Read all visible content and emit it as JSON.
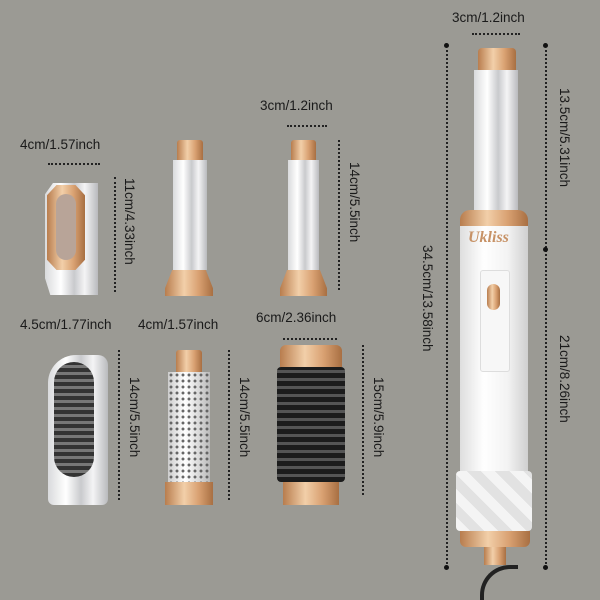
{
  "brand": "Ukliss",
  "main_tool": {
    "width_label": "3cm/1.2inch",
    "total_length_label": "34.5cm/13.58inch",
    "barrel_length_label": "13.5cm/5.31inch",
    "handle_length_label": "21cm/8.26inch"
  },
  "concentrator": {
    "width_label": "4cm/1.57inch",
    "height_label": "11cm/4.33inch"
  },
  "curling_barrel": {
    "width_label": "3cm/1.2inch",
    "height_label": "14cm/5.5inch"
  },
  "paddle_brush": {
    "width_label": "4.5cm/1.77inch",
    "height_label": "14cm/5.5inch"
  },
  "round_brush": {
    "width_label": "4cm/1.57inch",
    "height_label": "14cm/5.5inch"
  },
  "bristle_brush": {
    "width_label": "6cm/2.36inch",
    "height_label": "15cm/5.9inch"
  },
  "colors": {
    "background": "#9b9a94",
    "gold": "#d9a172",
    "white": "#ffffff"
  }
}
